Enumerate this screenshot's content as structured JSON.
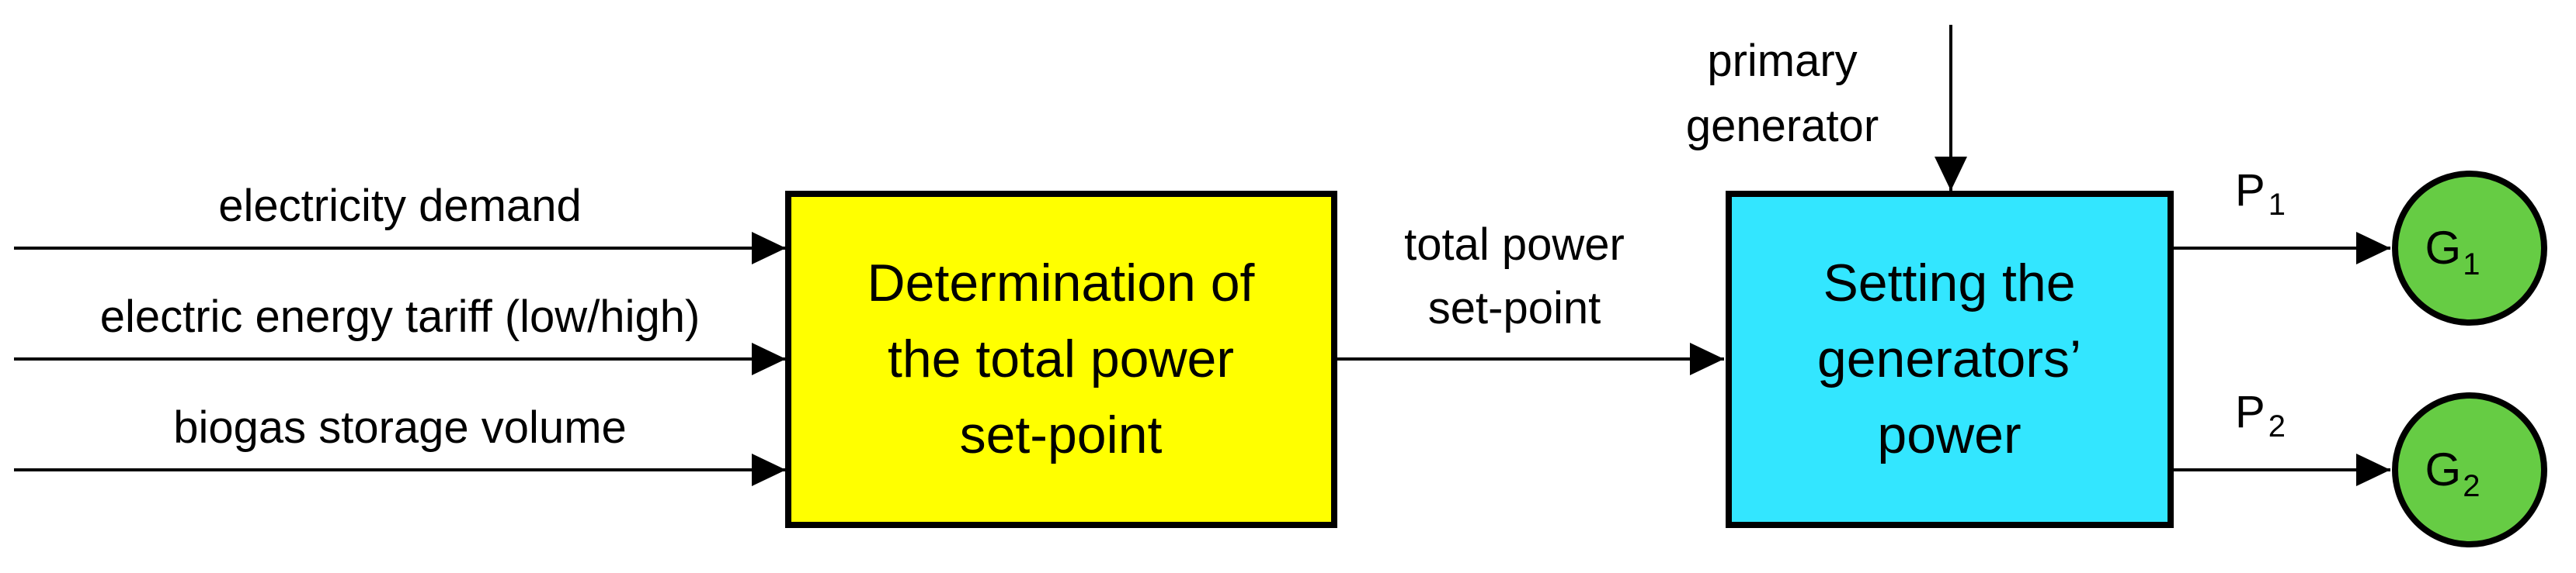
{
  "inputs": {
    "electricity_demand": "electricity demand",
    "energy_tariff": "electric energy tariff (low/high)",
    "biogas_volume": "biogas storage volume"
  },
  "blocks": {
    "determination": {
      "lines": [
        "Determination of",
        "the total power",
        "set-point"
      ],
      "fill": "#ffff00"
    },
    "setting": {
      "lines": [
        "Setting the",
        "generators’",
        "power"
      ],
      "fill": "#33e6ff"
    }
  },
  "signals": {
    "total_power": [
      "total power",
      "set-point"
    ],
    "primary_generator": [
      "primary",
      "generator"
    ],
    "p1": {
      "main": "P",
      "sub": "1"
    },
    "p2": {
      "main": "P",
      "sub": "2"
    }
  },
  "generators": {
    "g1": {
      "main": "G",
      "sub": "1"
    },
    "g2": {
      "main": "G",
      "sub": "2"
    },
    "fill": "#66cc44"
  }
}
